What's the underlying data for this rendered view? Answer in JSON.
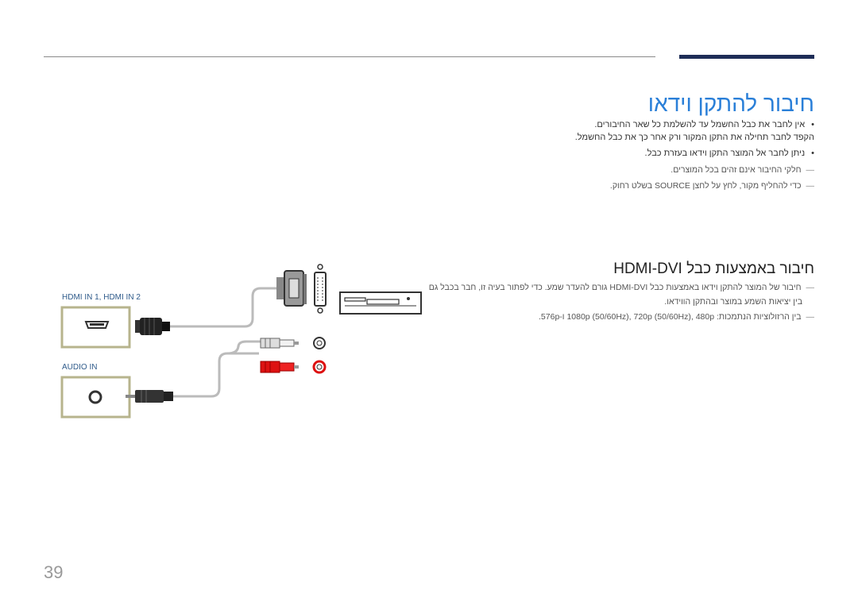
{
  "title": "חיבור להתקן וידאו",
  "bullets": [
    {
      "line1": "אין לחבר את כבל החשמל עד להשלמת כל שאר החיבורים.",
      "line2": "הקפד לחבר תחילה את התקן המקור ורק אחר כך את כבל החשמל."
    },
    {
      "line1": "ניתן לחבר אל המוצר התקן וידאו בעזרת כבל."
    }
  ],
  "notes": [
    "חלקי החיבור אינם זהים בכל המוצרים.",
    "כדי להחליף מקור, לחץ על לחצן SOURCE בשלט רחוק."
  ],
  "section_title": "חיבור באמצעות כבל HDMI-DVI",
  "section_notes": [
    {
      "line1": "חיבור של המוצר להתקן וידאו באמצעות כבל HDMI-DVI גורם להעדר שמע. כדי לפתור בעיה זו, חבר בכבל גם",
      "line2": "בין יציאות השמע במוצר ובהתקן הווידאו."
    },
    {
      "line1": "בין הרזולוציות הנתמכות: 1080p (50/60Hz), 720p (50/60Hz), 480p ו-576p."
    }
  ],
  "ports": {
    "hdmi_label": "HDMI IN 1, HDMI IN 2",
    "audio_label": "AUDIO IN"
  },
  "page_number": "39"
}
